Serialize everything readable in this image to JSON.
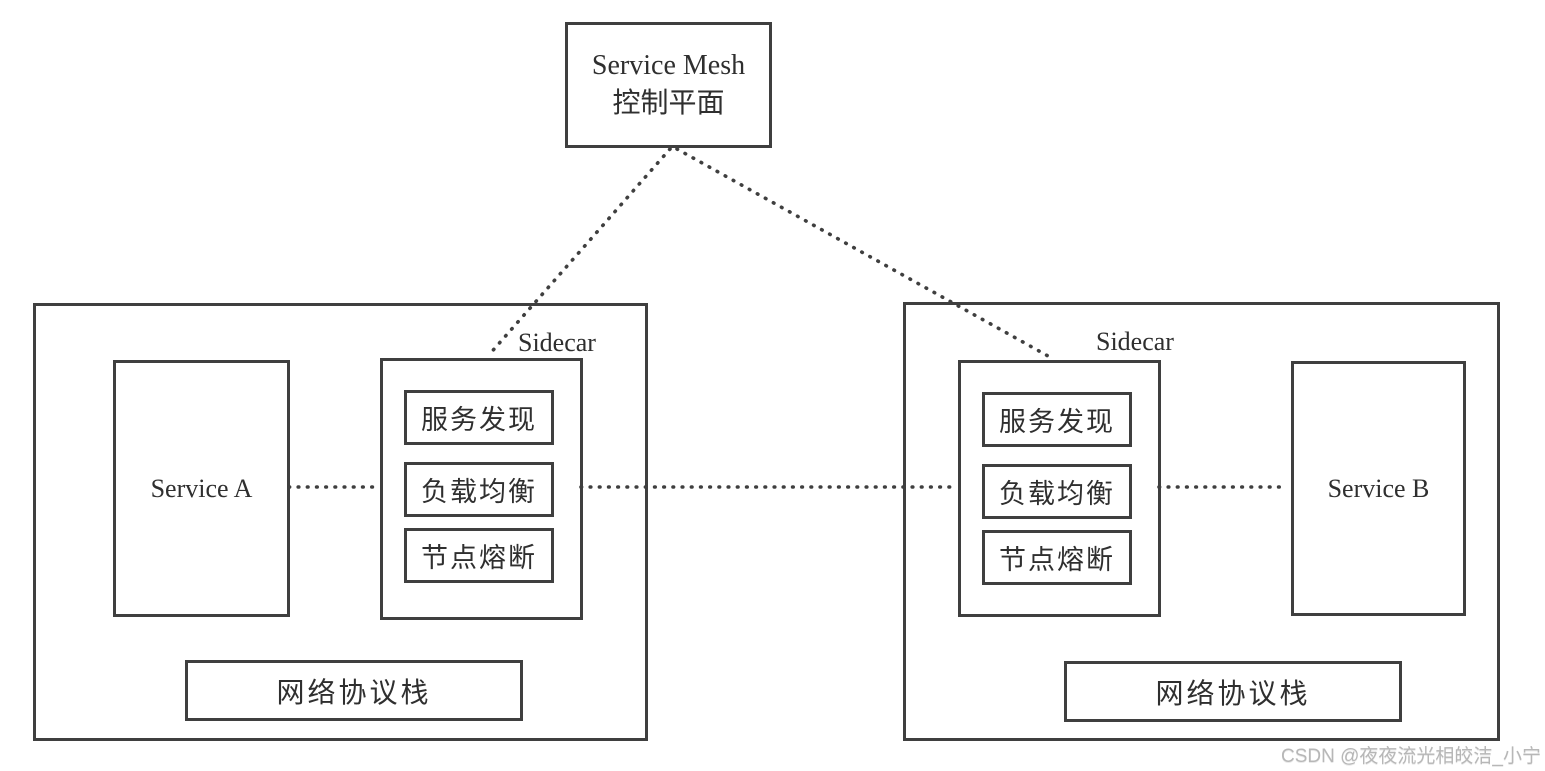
{
  "diagram": {
    "control_plane": {
      "title_en": "Service Mesh",
      "title_zh": "控制平面"
    },
    "left_node": {
      "service_label": "Service A",
      "sidecar_label": "Sidecar",
      "sidecar_components": [
        "服务发现",
        "负载均衡",
        "节点熔断"
      ],
      "network_stack_label": "网络协议栈"
    },
    "right_node": {
      "service_label": "Service B",
      "sidecar_label": "Sidecar",
      "sidecar_components": [
        "服务发现",
        "负载均衡",
        "节点熔断"
      ],
      "network_stack_label": "网络协议栈"
    },
    "colors": {
      "line": "#3f3f3f",
      "background": "#ffffff",
      "watermark": "#b7b7b7"
    }
  },
  "watermark": {
    "text": "CSDN @夜夜流光相皎洁_小宁"
  }
}
